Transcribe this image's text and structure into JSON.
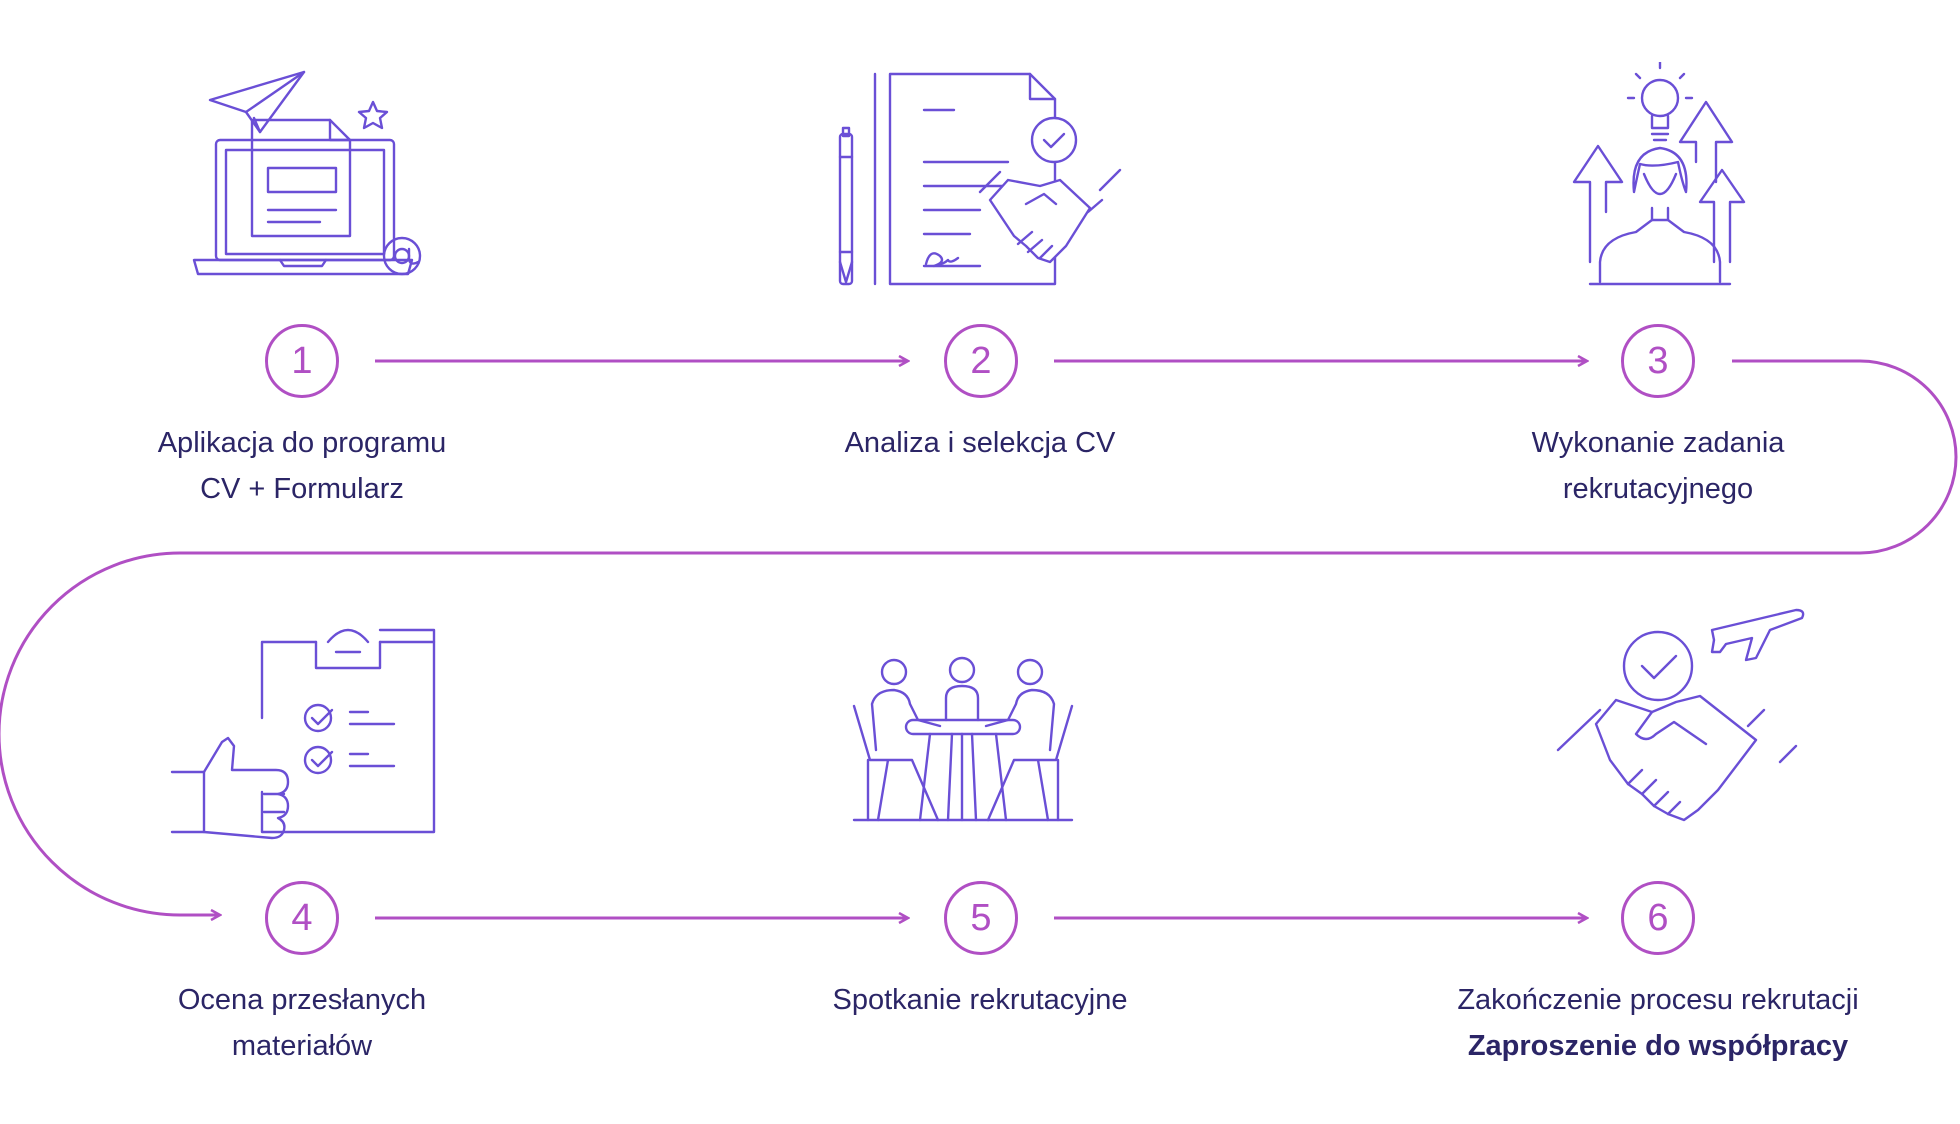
{
  "colors": {
    "accent": "#b04fc4",
    "icon_stroke": "#6a4fd6",
    "text": "#2b2566"
  },
  "steps": [
    {
      "number": "1",
      "line1": "Aplikacja do programu",
      "line2": "CV + Formularz",
      "icon": "laptop-application-icon"
    },
    {
      "number": "2",
      "line1": "Analiza i selekcja CV",
      "line2": "",
      "icon": "contract-handshake-icon"
    },
    {
      "number": "3",
      "line1": "Wykonanie zadania",
      "line2": "rekrutacyjnego",
      "icon": "person-idea-growth-icon"
    },
    {
      "number": "4",
      "line1": "Ocena przesłanych",
      "line2": "materiałów",
      "icon": "clipboard-thumbs-up-icon"
    },
    {
      "number": "5",
      "line1": "Spotkanie rekrutacyjne",
      "line2": "",
      "icon": "meeting-table-icon"
    },
    {
      "number": "6",
      "line1": "Zakończenie procesu rekrutacji",
      "line2": "Zaproszenie do współpracy",
      "icon": "handshake-plane-icon"
    }
  ]
}
